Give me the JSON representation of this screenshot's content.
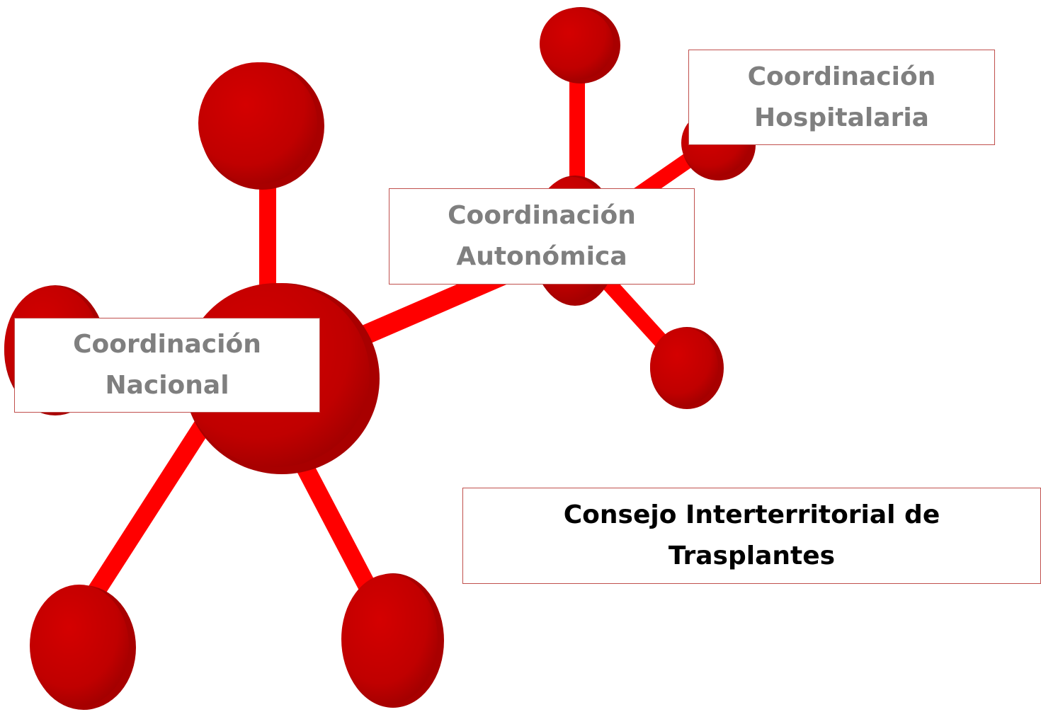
{
  "diagram": {
    "colors": {
      "node_fill": "#c00000",
      "node_shade": "#8b0000",
      "connector": "#ff0000",
      "box_border": "#c0504d",
      "label_text": "#7f7f7f",
      "council_text": "#000000"
    },
    "labels": {
      "nacional": {
        "line1": "Coordinación",
        "line2": "Nacional"
      },
      "autonomica": {
        "line1": "Coordinación",
        "line2": "Autonómica"
      },
      "hospitalaria": {
        "line1": "Coordinación",
        "line2": "Hospitalaria"
      },
      "consejo": {
        "line1": "Consejo Interterritorial de",
        "line2": "Trasplantes"
      }
    }
  }
}
